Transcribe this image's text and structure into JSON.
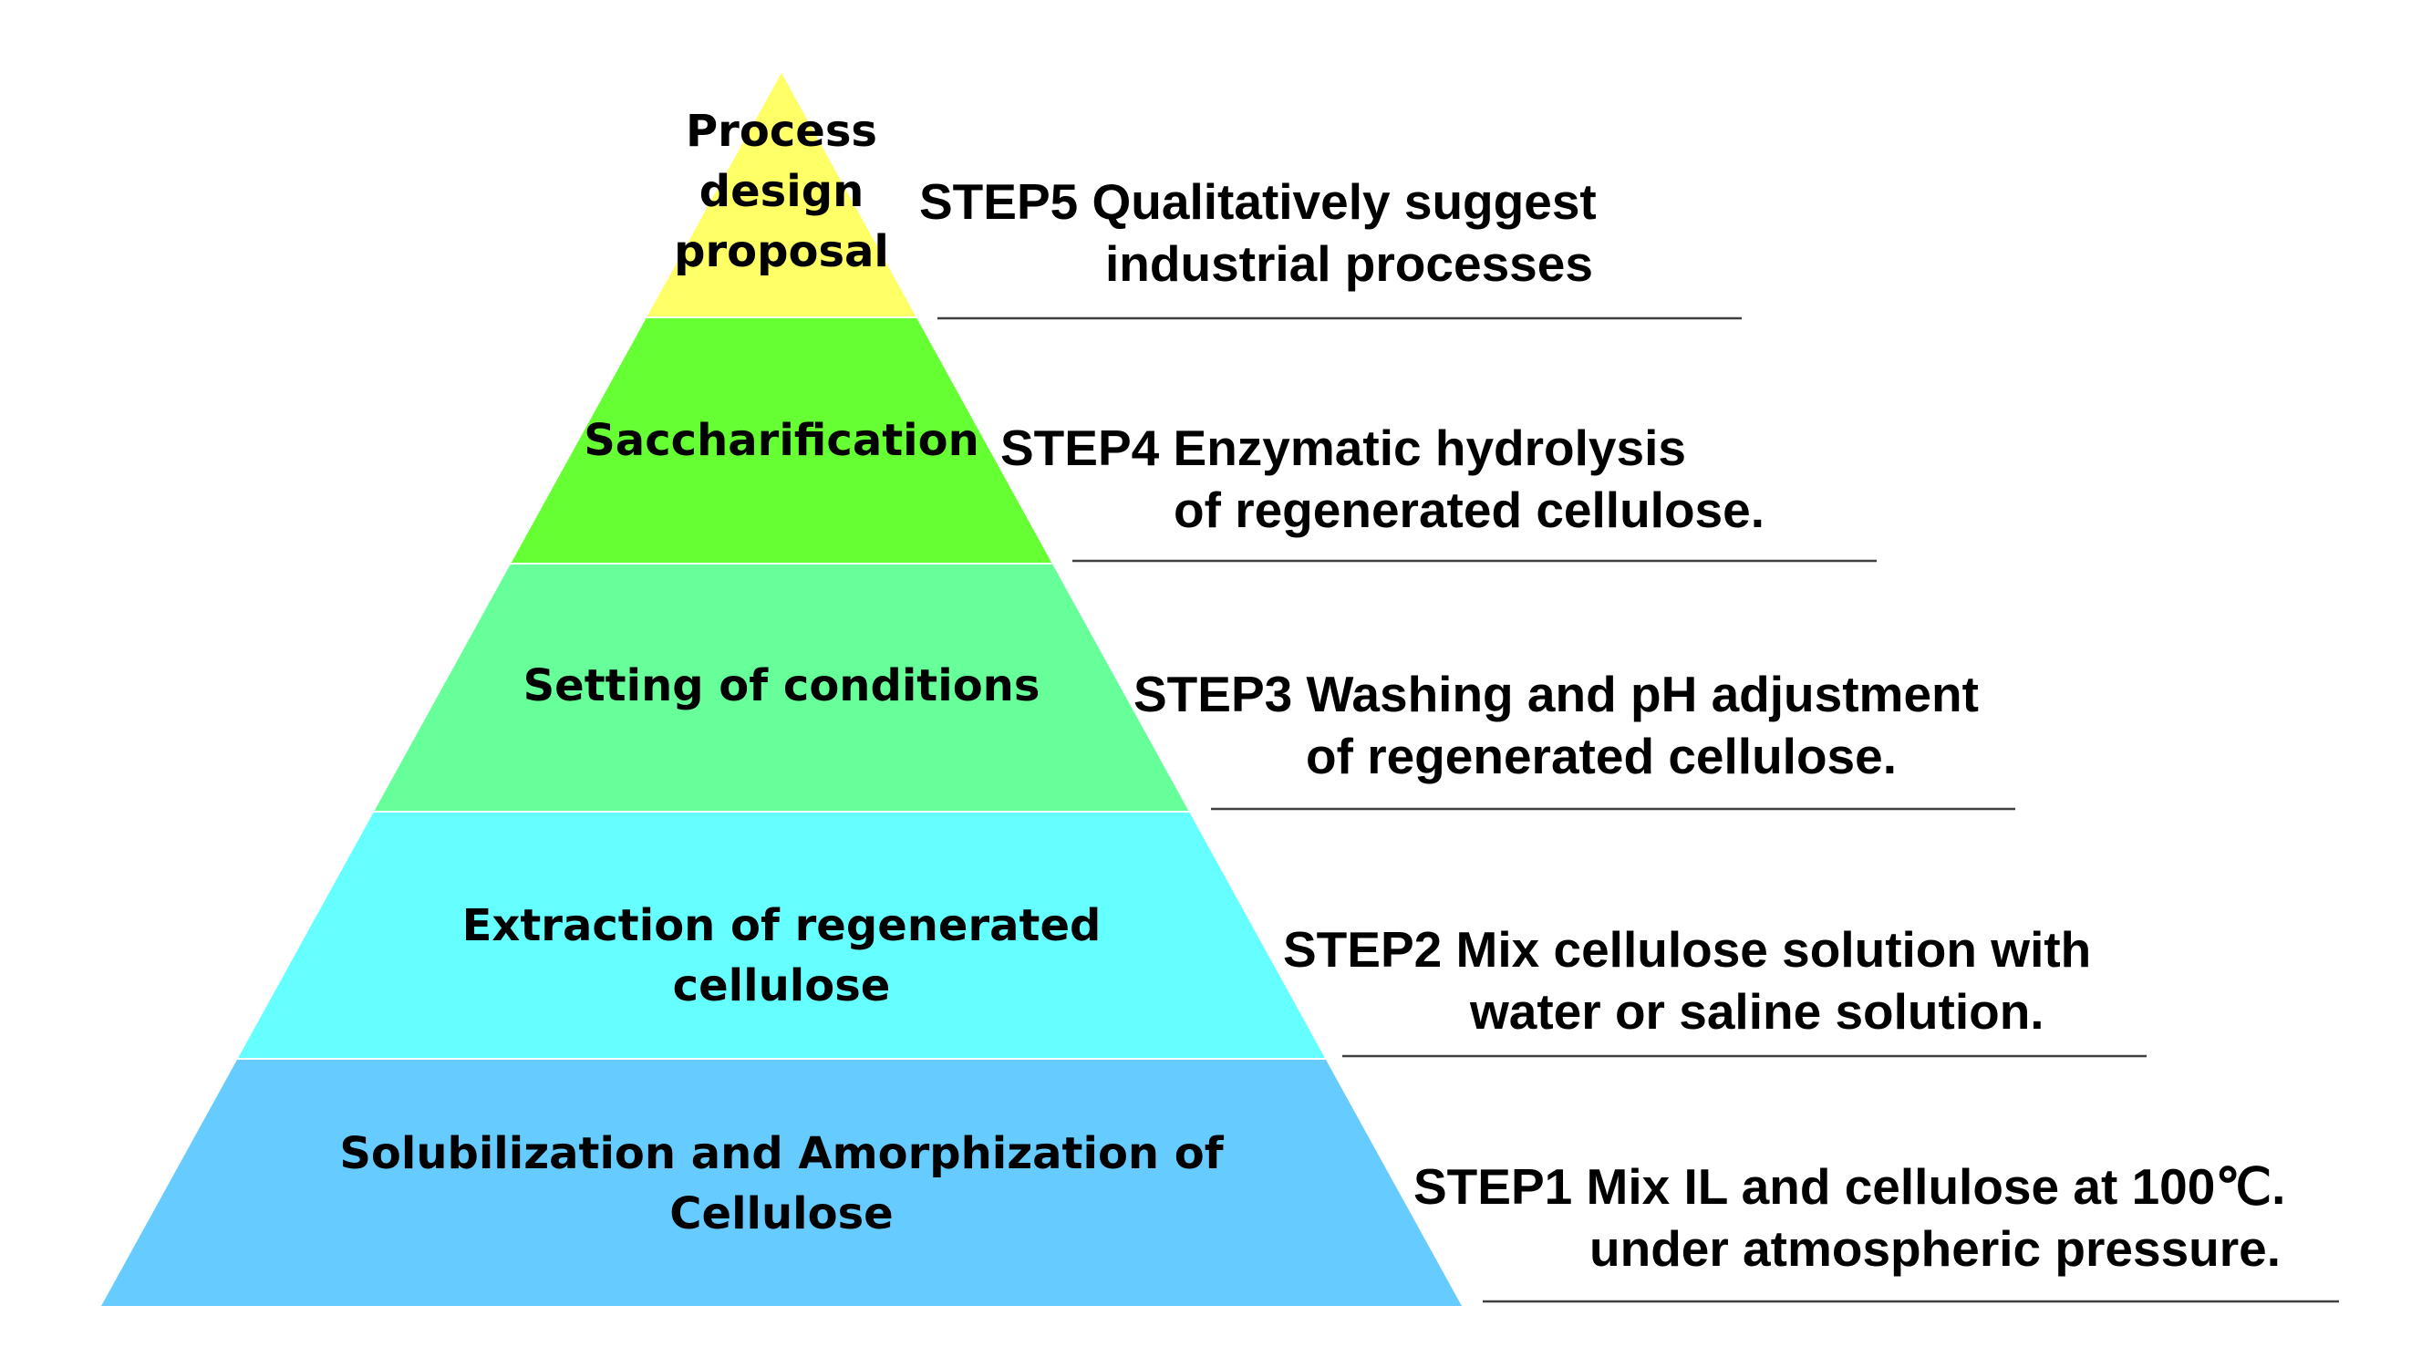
{
  "diagram": {
    "tiers": [
      {
        "id": "step5",
        "color": "#ffff66",
        "label_lines": [
          "Process",
          "design",
          "proposal"
        ],
        "step_lines": [
          "STEP5 Qualitatively suggest",
          "industrial processes"
        ]
      },
      {
        "id": "step4",
        "color": "#66ff33",
        "label_lines": [
          "Saccharification"
        ],
        "step_lines": [
          "STEP4 Enzymatic hydrolysis",
          "of regenerated cellulose."
        ]
      },
      {
        "id": "step3",
        "color": "#66ff99",
        "label_lines": [
          "Setting of conditions"
        ],
        "step_lines": [
          "STEP3 Washing and pH adjustment",
          "of regenerated cellulose."
        ]
      },
      {
        "id": "step2",
        "color": "#66ffff",
        "label_lines": [
          "Extraction of regenerated",
          "cellulose"
        ],
        "step_lines": [
          "STEP2 Mix cellulose solution with",
          "water or saline solution."
        ]
      },
      {
        "id": "step1",
        "color": "#66ccff",
        "label_lines": [
          "Solubilization and Amorphization of",
          "Cellulose"
        ],
        "step_lines": [
          "STEP1 Mix IL and cellulose at 100℃.",
          "under atmospheric pressure."
        ]
      }
    ]
  }
}
